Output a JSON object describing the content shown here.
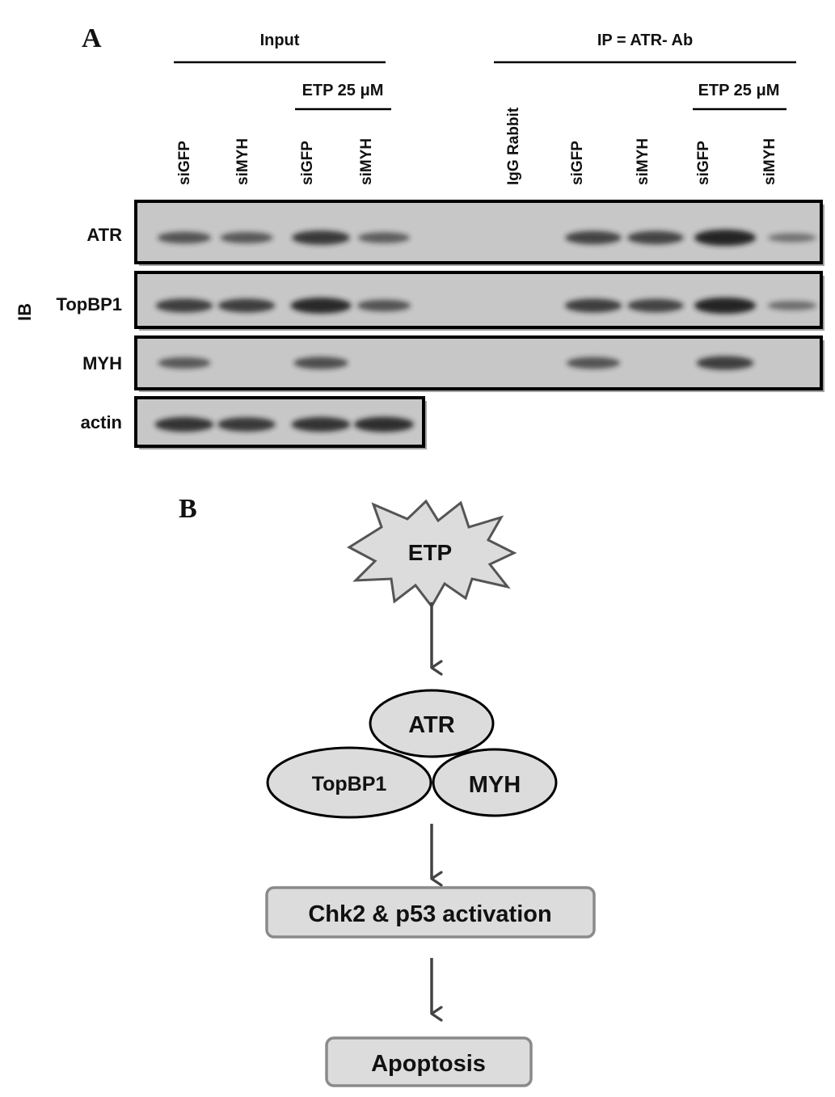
{
  "panel_a": {
    "letter": "A",
    "input_header": "Input",
    "ip_header": "IP = ATR- Ab",
    "etp_label_input": "ETP 25 μM",
    "etp_label_ip": "ETP 25 μM",
    "lanes_input": [
      "siGFP",
      "siMYH",
      "siGFP",
      "siMYH"
    ],
    "lanes_ip": [
      "IgG Rabbit",
      "siGFP",
      "siMYH",
      "siGFP",
      "siMYH"
    ],
    "ib_label": "IB",
    "rows": [
      {
        "name": "ATR",
        "input": [
          0.55,
          0.5,
          0.8,
          0.45
        ],
        "ip": [
          0,
          0.7,
          0.7,
          1.0,
          0.25
        ]
      },
      {
        "name": "TopBP1",
        "input": [
          0.75,
          0.75,
          0.95,
          0.55
        ],
        "ip": [
          0,
          0.75,
          0.7,
          1.0,
          0.3
        ]
      },
      {
        "name": "MYH",
        "input": [
          0.5,
          0,
          0.6,
          0
        ],
        "ip": [
          0,
          0.55,
          0,
          0.75,
          0
        ]
      },
      {
        "name": "actin",
        "input": [
          0.85,
          0.8,
          0.85,
          0.9
        ],
        "ip": []
      }
    ]
  },
  "panel_b": {
    "letter": "B",
    "stimulus": "ETP",
    "complex": {
      "top": "ATR",
      "left": "TopBP1",
      "right": "MYH"
    },
    "step1": "Chk2 & p53 activation",
    "step2": "Apoptosis",
    "colors": {
      "node_fill": "#dcdcdc",
      "arrow": "#444444",
      "box_stroke": "#8a8a8a"
    }
  }
}
